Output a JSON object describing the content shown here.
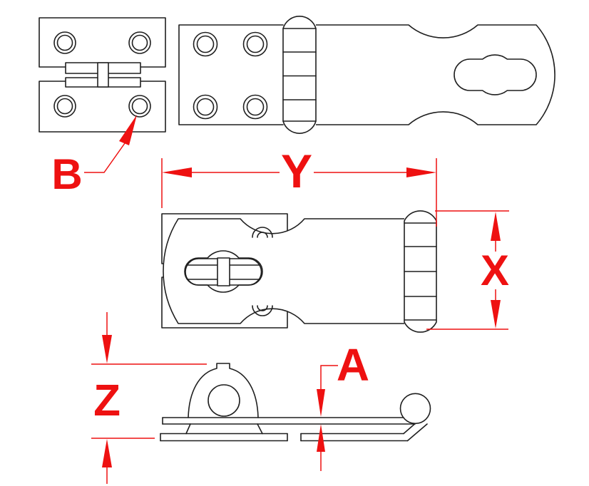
{
  "colors": {
    "dimension_red": "#ee1111",
    "line_black": "#1f1f1f",
    "background": "#ffffff"
  },
  "callouts": {
    "b": "B",
    "y": "Y",
    "x": "X",
    "z": "Z",
    "a": "A"
  }
}
